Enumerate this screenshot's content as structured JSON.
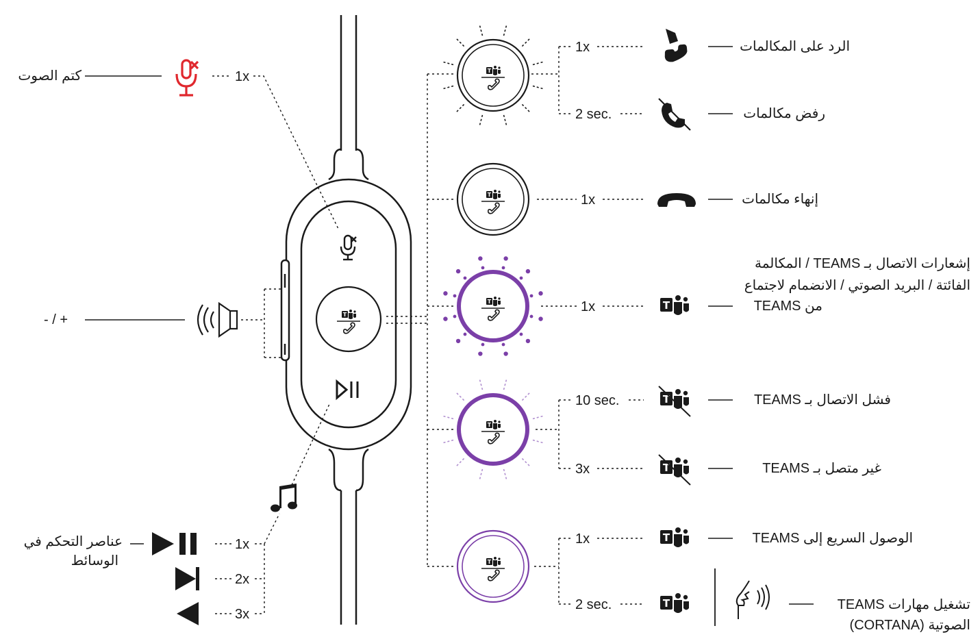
{
  "colors": {
    "ink": "#1a1a1a",
    "mute_red": "#e0282e",
    "teams_purple": "#7b3fa8",
    "light_purple": "#b08fcf"
  },
  "left": {
    "mute": {
      "label": "كتم الصوت",
      "press": "1x",
      "icon": "mute-microphone-icon"
    },
    "volume": {
      "label": "- / +",
      "icon": "speaker-icon"
    },
    "media": {
      "label_line1": "عناصر التحكم في",
      "label_line2": "الوسائط",
      "music_icon": "music-note-icon",
      "rows": [
        {
          "press": "1x",
          "icon": "play-pause-icon"
        },
        {
          "press": "2x",
          "icon": "next-track-icon"
        },
        {
          "press": "3x",
          "icon": "previous-track-icon"
        }
      ]
    }
  },
  "device": {
    "buttons": [
      "mute-button-icon",
      "teams-button-icon",
      "play-pause-button-icon"
    ]
  },
  "right": {
    "answer": {
      "press": "1x",
      "label": "الرد على المكالمات",
      "icon": "phone-answer-icon"
    },
    "decline": {
      "press": "2 sec.",
      "label": "رفض مكالمات",
      "icon": "phone-decline-icon"
    },
    "end": {
      "press": "1x",
      "label": "إنهاء مكالمات",
      "icon": "hang-up-icon"
    },
    "notify": {
      "press": "1x",
      "line1": "إشعارات الاتصال بـ TEAMS / المكالمة",
      "line2": "الفائتة / البريد الصوتي / الانضمام لاجتماع",
      "line3": "من TEAMS",
      "icon": "teams-logo-icon"
    },
    "fail": {
      "press": "10 sec.",
      "label": "فشل الاتصال بـ TEAMS",
      "icon": "teams-crossed-icon"
    },
    "not_connected": {
      "press": "3x",
      "label": "غير متصل بـ TEAMS",
      "icon": "teams-crossed-icon"
    },
    "quick": {
      "press": "1x",
      "label": "الوصول السريع إلى TEAMS",
      "icon": "teams-logo-icon"
    },
    "skills": {
      "press": "2 sec.",
      "line1": "تشغيل مهارات TEAMS",
      "line2": "الصوتية (CORTANA)",
      "icon": "teams-logo-icon",
      "voice_icon": "voice-speaking-icon"
    }
  }
}
